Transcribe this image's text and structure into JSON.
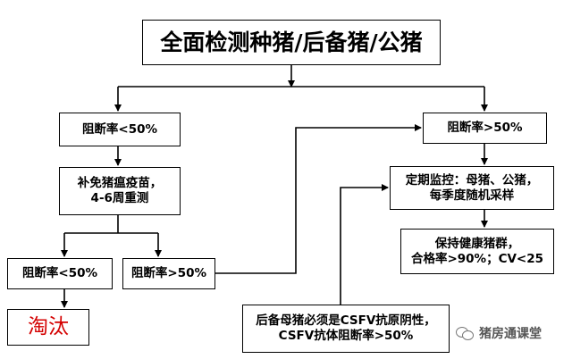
{
  "diagram": {
    "top_box": "全面检测种猪/后备猪/公猪",
    "left_branch": {
      "condition": "阻断率<50%",
      "action_line1": "补免猪瘟疫苗，",
      "action_line2": "4-6周重测",
      "retest_low": "阻断率<50%",
      "retest_high": "阻断率>50%",
      "outcome": "淘汰"
    },
    "right_branch": {
      "condition": "阻断率>50%",
      "monitor_line1": "定期监控：母猪、公猪，",
      "monitor_line2": "每季度随机采样",
      "maintain_line1": "保持健康猪群，",
      "maintain_line2": "合格率>90%；CV<25"
    },
    "gilt_note_line1": "后备母猪必须是CSFV抗原阴性，",
    "gilt_note_line2": "CSFV抗体阻断率>50%"
  },
  "watermark": {
    "icon": "wechat-icon",
    "text": "猪房通课堂"
  },
  "colors": {
    "line": "#000000",
    "cull_text": "#d40000"
  }
}
